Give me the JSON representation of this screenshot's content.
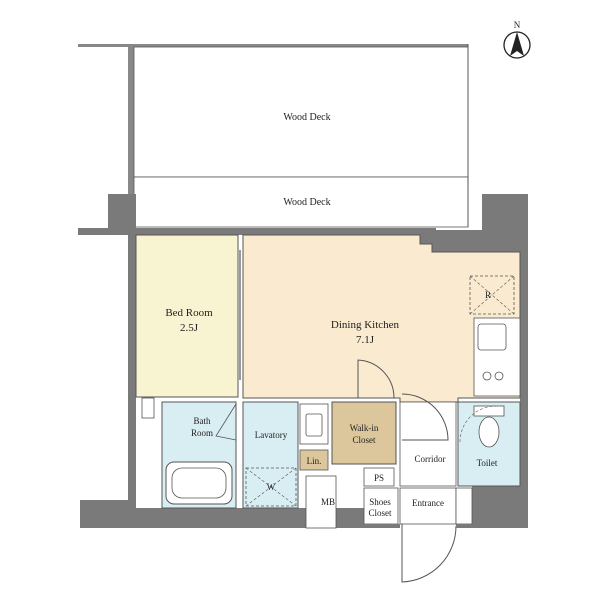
{
  "compass": {
    "label": "N"
  },
  "rooms": {
    "wood_deck_upper": {
      "name": "Wood Deck"
    },
    "wood_deck_lower": {
      "name": "Wood Deck"
    },
    "bed_room": {
      "name": "Bed Room",
      "size": "2.5J"
    },
    "dining_kitchen": {
      "name": "Dining Kitchen",
      "size": "7.1J"
    },
    "bath_room": {
      "name_line1": "Bath",
      "name_line2": "Room"
    },
    "lavatory": {
      "name": "Lavatory"
    },
    "walk_in_closet": {
      "name_line1": "Walk-in",
      "name_line2": "Closet"
    },
    "linen": {
      "name": "Lin."
    },
    "corridor": {
      "name": "Corridor"
    },
    "toilet": {
      "name": "Toilet"
    },
    "ps": {
      "name": "PS"
    },
    "mb": {
      "name": "MB"
    },
    "shoes_closet": {
      "name_line1": "Shoes",
      "name_line2": "Closet"
    },
    "entrance": {
      "name": "Entrance"
    }
  },
  "markers": {
    "refrigerator": "R",
    "washer": "W"
  },
  "colors": {
    "wall": "#7a7a7a",
    "bed_room": "#f8f4d2",
    "dining_kitchen": "#faebd0",
    "wet_area": "#d9eef2",
    "closet": "#dcc79c",
    "outline": "#444444"
  }
}
